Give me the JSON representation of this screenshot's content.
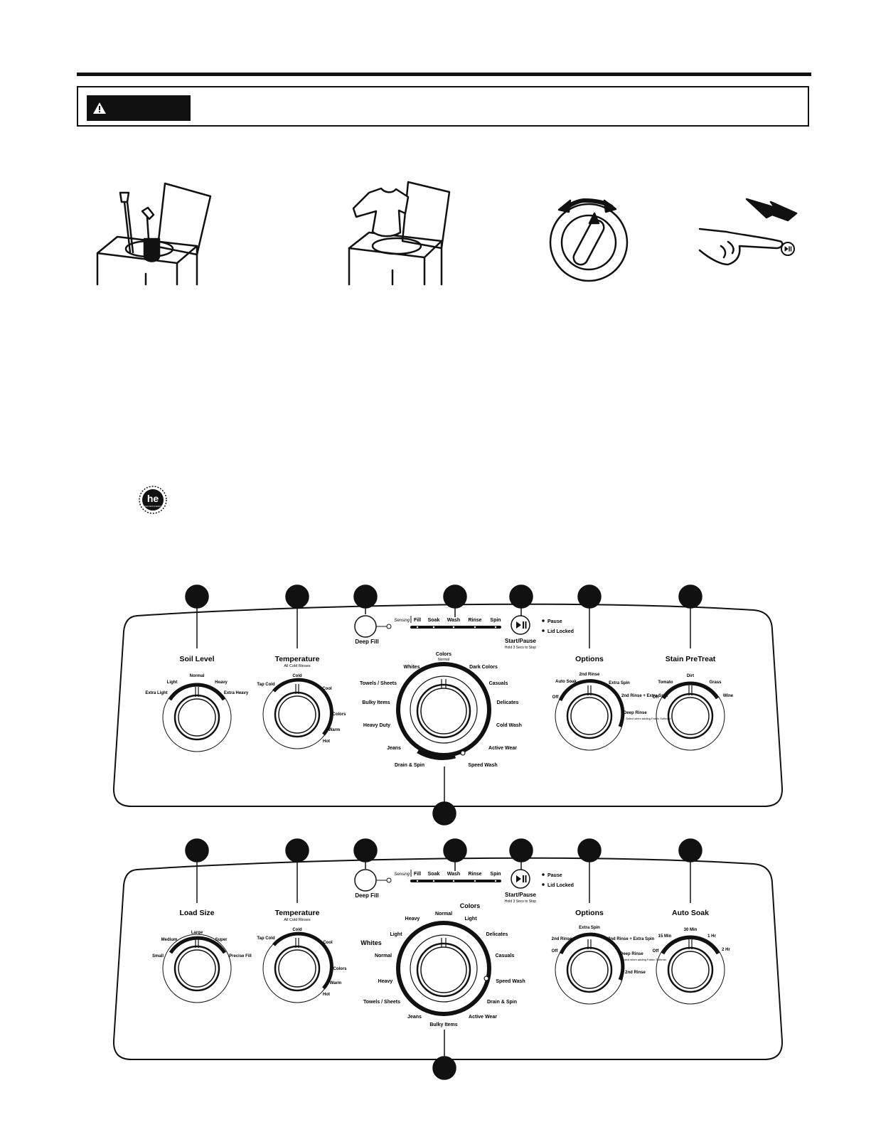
{
  "colors": {
    "ink": "#111111",
    "paper": "#ffffff"
  },
  "icons": [
    "warning-triangle-icon",
    "detergent-dispenser-illustration",
    "load-clothes-illustration",
    "turn-knob-illustration",
    "press-start-illustration",
    "he-logo-icon"
  ],
  "he_logo": {
    "letters": "he",
    "small": "HIGH EFFICIENCY"
  },
  "panel_top": {
    "knobs": {
      "soil_level": {
        "title": "Soil Level",
        "labels": [
          "Extra Light",
          "Light",
          "Normal",
          "Heavy",
          "Extra Heavy"
        ]
      },
      "temperature": {
        "title": "Temperature",
        "subtitle": "All Cold Rinses",
        "labels": [
          "Tap Cold",
          "Cold",
          "Cool",
          "Colors",
          "Warm",
          "Hot"
        ]
      },
      "cycle": {
        "labels": [
          "Colors",
          "Normal",
          "Whites",
          "Dark Colors",
          "Towels / Sheets",
          "Casuals",
          "Bulky Items",
          "Delicates",
          "Heavy Duty",
          "Cold Wash",
          "Jeans",
          "Active Wear",
          "Drain & Spin",
          "Speed Wash"
        ]
      },
      "options": {
        "title": "Options",
        "labels": [
          "Off",
          "Auto Soak",
          "2nd Rinse",
          "Extra Spin",
          "2nd Rinse + Extra Spin",
          "Deep Rinse",
          "Select when adding Fabric Softener"
        ]
      },
      "stain": {
        "title": "Stain PreTreat",
        "labels": [
          "Off",
          "Tomato",
          "Dirt",
          "Grass",
          "Wine"
        ]
      }
    },
    "deep_fill": "Deep Fill",
    "status": [
      "Sensing",
      "Fill",
      "Soak",
      "Wash",
      "Rinse",
      "Spin"
    ],
    "start_pause": "Start/Pause",
    "start_hint": "Hold 3 Secs to Stop",
    "indicators": [
      "Pause",
      "Lid Locked"
    ]
  },
  "panel_bottom": {
    "knobs": {
      "load_size": {
        "title": "Load Size",
        "labels": [
          "Small",
          "Medium",
          "Large",
          "Super",
          "Precise Fill"
        ]
      },
      "temperature": {
        "title": "Temperature",
        "subtitle": "All Cold Rinses",
        "labels": [
          "Tap Cold",
          "Cold",
          "Cool",
          "Colors",
          "Warm",
          "Hot"
        ]
      },
      "cycle": {
        "group_colors": "Colors",
        "group_whites": "Whites",
        "labels": [
          "Normal",
          "Light",
          "Heavy",
          "Light",
          "Delicates",
          "Normal",
          "Casuals",
          "Heavy",
          "Speed Wash",
          "Towels / Sheets",
          "Drain & Spin",
          "Jeans",
          "Active Wear",
          "Bulky Items"
        ]
      },
      "options": {
        "title": "Options",
        "labels": [
          "Off",
          "2nd Rinse",
          "Extra Spin",
          "2nd Rinse + Extra Spin",
          "Deep Rinse",
          "Select when adding Fabric Softener",
          "+ 2nd Rinse"
        ]
      },
      "auto_soak": {
        "title": "Auto Soak",
        "labels": [
          "Off",
          "15 Min",
          "30 Min",
          "1 Hr",
          "2 Hr"
        ]
      }
    },
    "deep_fill": "Deep Fill",
    "status": [
      "Sensing",
      "Fill",
      "Soak",
      "Wash",
      "Rinse",
      "Spin"
    ],
    "start_pause": "Start/Pause",
    "start_hint": "Hold 3 Secs to Stop",
    "indicators": [
      "Pause",
      "Lid Locked"
    ]
  }
}
